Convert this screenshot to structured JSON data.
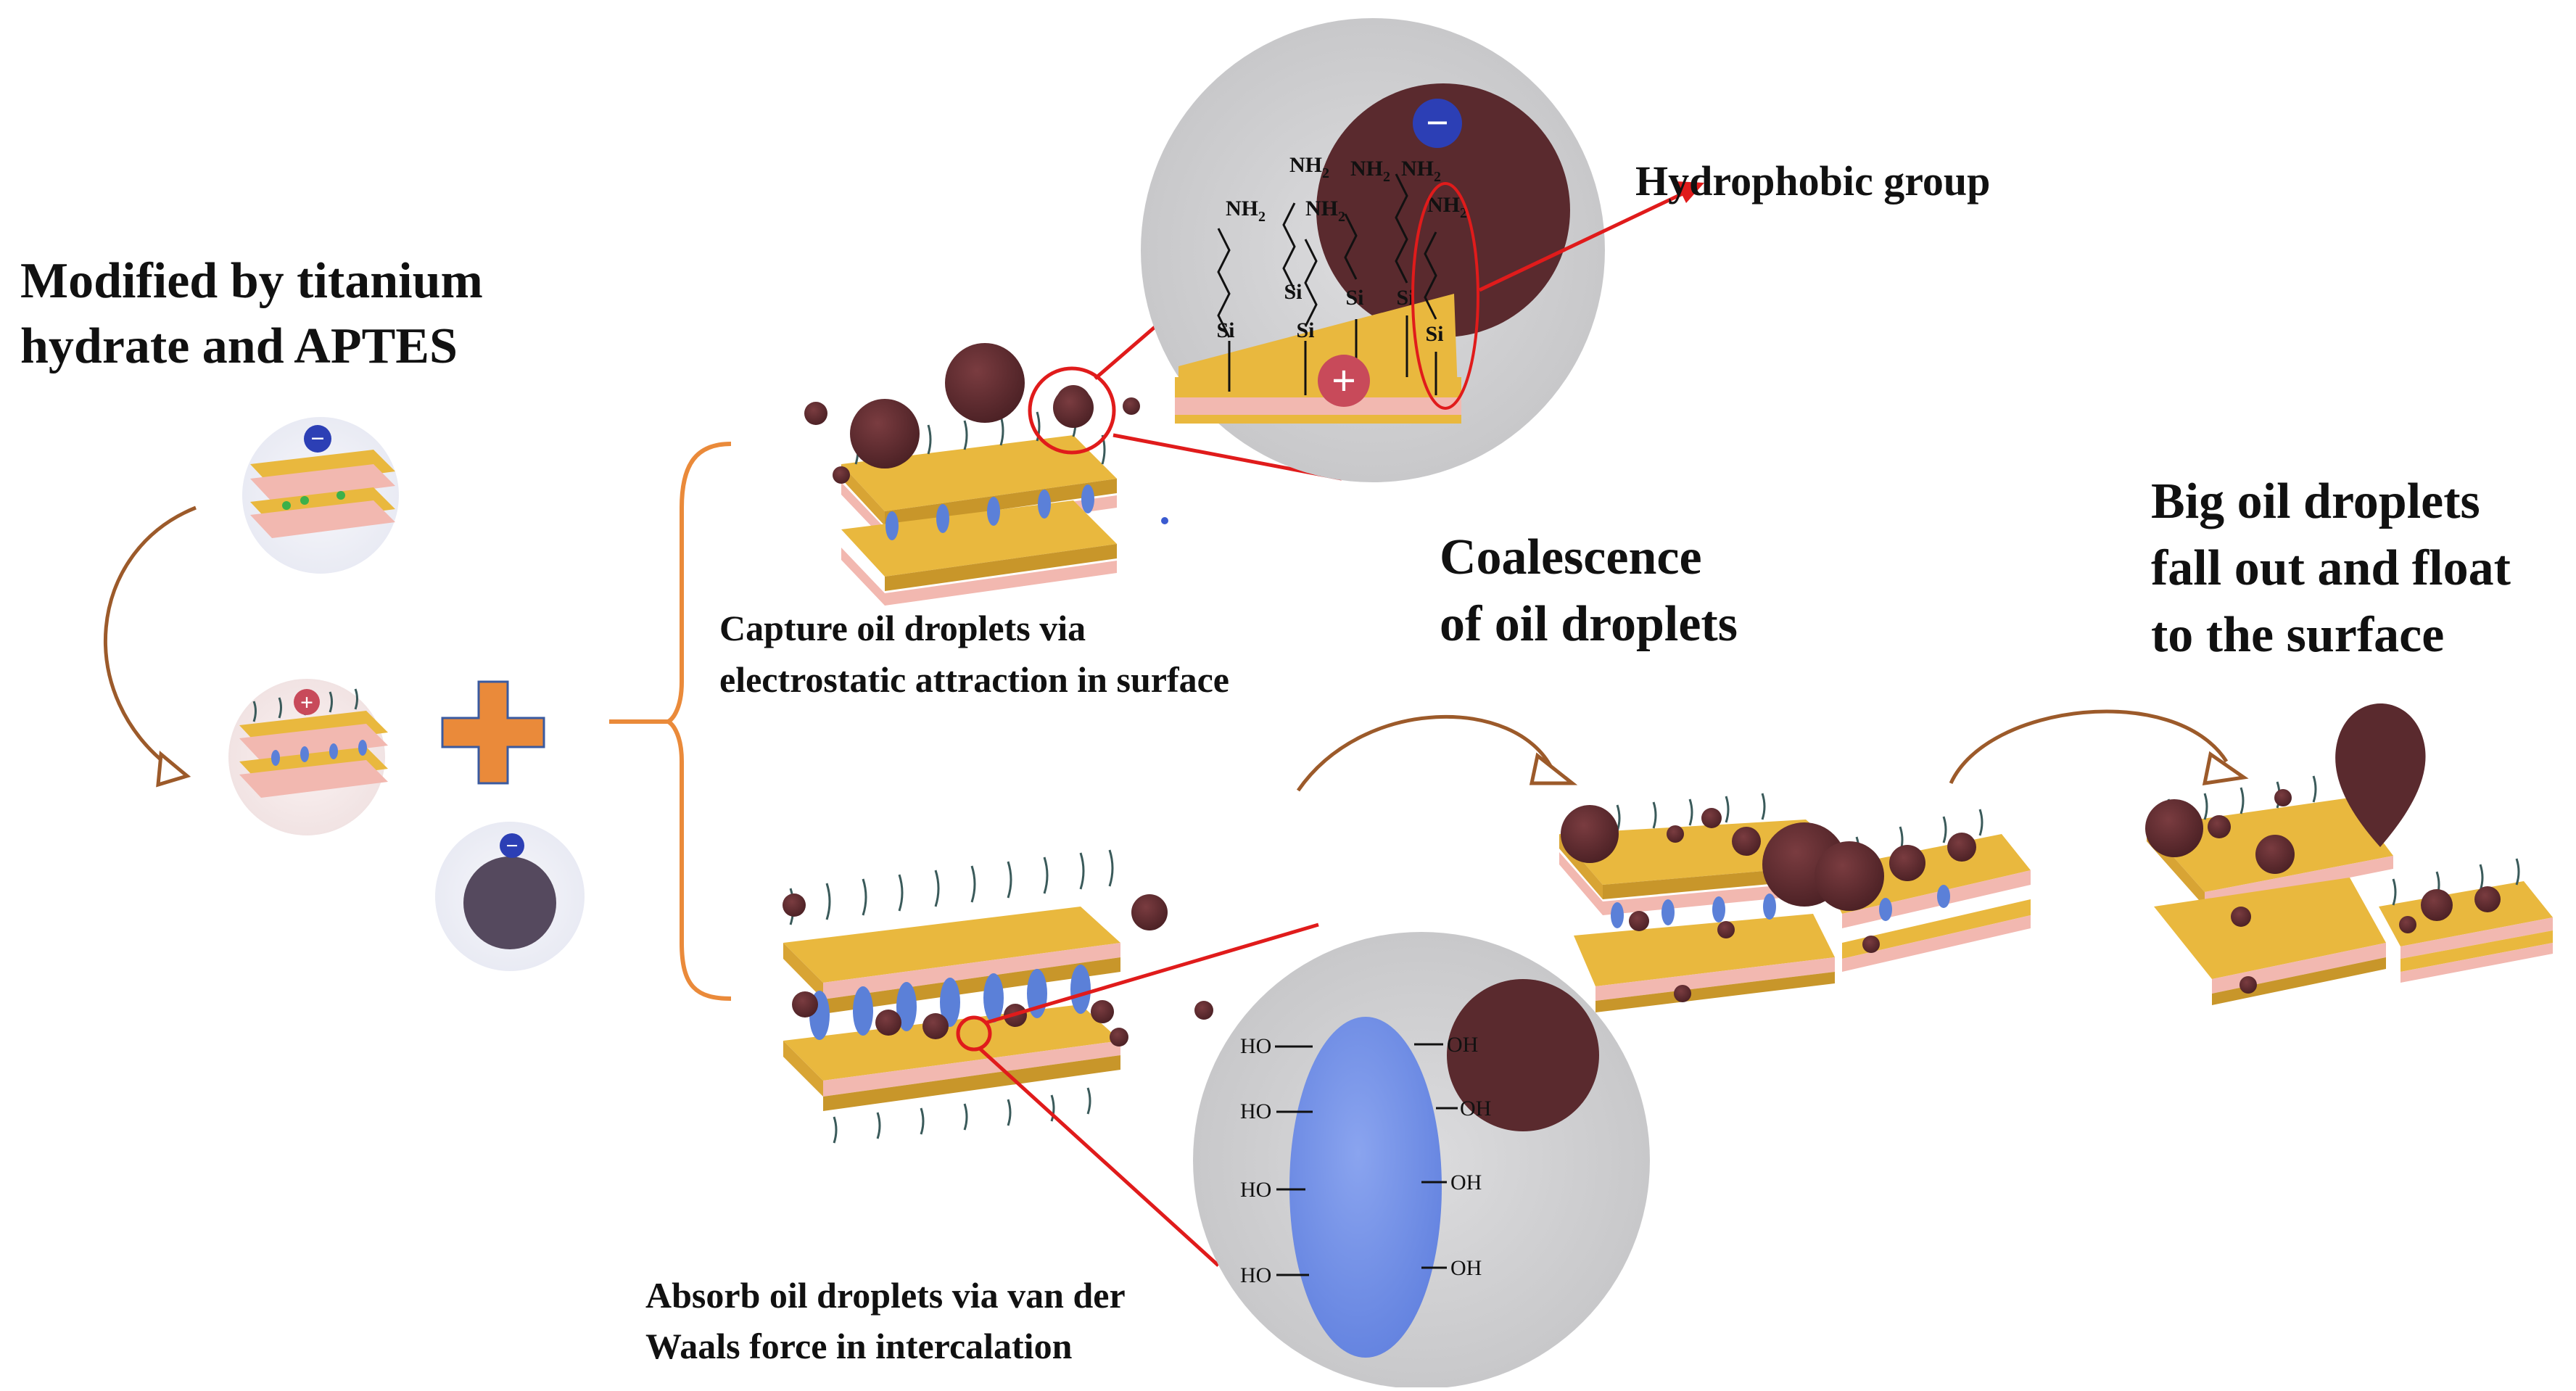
{
  "labels": {
    "modified_line1": "Modified by titanium",
    "modified_line2": "hydrate and APTES",
    "capture_line1": "Capture oil droplets via",
    "capture_line2": "electrostatic attraction in surface",
    "absorb_line1": "Absorb oil droplets via van der",
    "absorb_line2": "Waals force in intercalation",
    "coalescence_line1": "Coalescence",
    "coalescence_line2": "of  oil droplets",
    "big_line1": "Big oil droplets",
    "big_line2": "fall out and float",
    "big_line3": "to the surface",
    "hydrophobic": "Hydrophobic group"
  },
  "chem": {
    "nh2": "NH",
    "sub2": "2",
    "si": "Si",
    "ho": "HO",
    "oh": "OH"
  },
  "symbols": {
    "minus": "−",
    "plus": "+"
  },
  "colors": {
    "oil": "#5a2a2e",
    "oil_dark": "#3e1a1e",
    "gold": "#e9b83e",
    "gold_dark": "#c8962a",
    "pink": "#f2b8b0",
    "blue_ion": "#5b80d8",
    "orange": "#ea8a3a",
    "red": "#e01b1b",
    "zoom_bg": "#d2d2d4",
    "arrow_brown": "#9c5a2a"
  }
}
